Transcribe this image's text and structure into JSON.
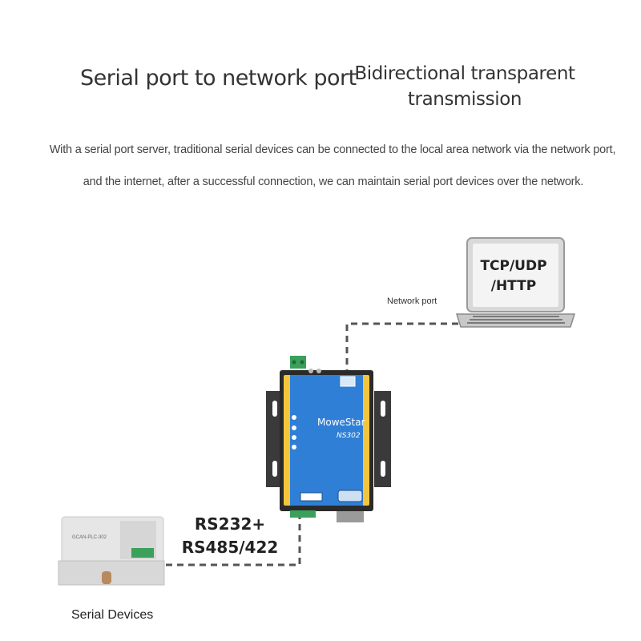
{
  "headings": {
    "left": "Serial port to network port",
    "right_line1": "Bidirectional transparent",
    "right_line2": "transmission"
  },
  "description": {
    "line1": "With a serial port server, traditional serial devices can be connected to the local area network via the network port,",
    "line2": "and the internet, after a successful connection, we can maintain serial port devices over the network."
  },
  "laptop": {
    "line1": "TCP/UDP",
    "line2": "/HTTP"
  },
  "network_label": "Network port",
  "serial_label": {
    "line1": "RS232+",
    "line2": "RS485/422"
  },
  "device": {
    "brand": "MoweStar",
    "model": "NS302"
  },
  "plc_label": "GCAN-PLC-302",
  "devices_label": "Serial Devices",
  "colors": {
    "device_blue": "#2f7fd6",
    "device_yellow": "#f2c53d",
    "dashed_line": "#555555",
    "connector_green": "#3aa05a"
  }
}
